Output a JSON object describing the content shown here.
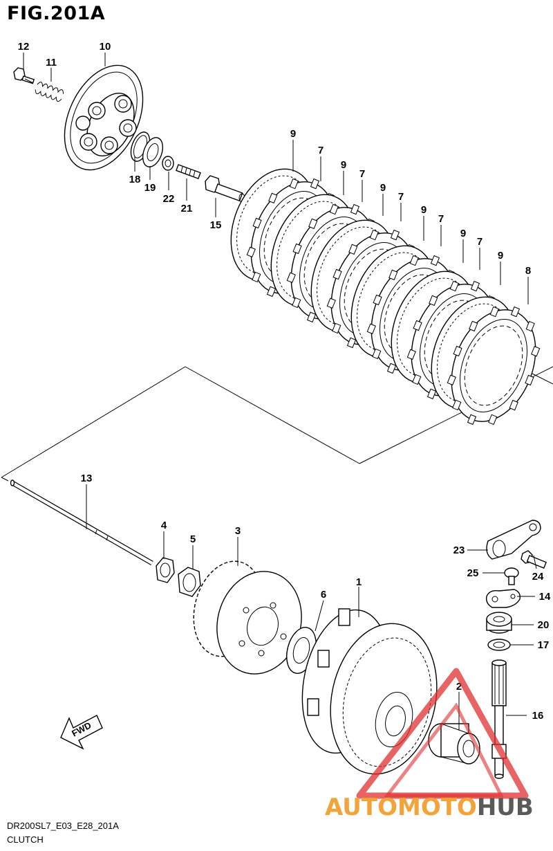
{
  "figure_title": "FIG.201A",
  "caption_code": "DR200SL7_E03_E28_201A",
  "caption_name": "CLUTCH",
  "fwd_label": "FWD",
  "watermark": {
    "auto": "AUTO",
    "moto": "MOTO",
    "hub": "HUB",
    "color_orange": "#f2a43a",
    "color_gray": "#5a5a5a",
    "color_red": "#e03030"
  },
  "callouts": {
    "c1": "1",
    "c2": "2",
    "c3": "3",
    "c4": "4",
    "c5": "5",
    "c6": "6",
    "c7a": "7",
    "c7b": "7",
    "c7c": "7",
    "c7d": "7",
    "c7e": "7",
    "c8": "8",
    "c9a": "9",
    "c9b": "9",
    "c9c": "9",
    "c9d": "9",
    "c9e": "9",
    "c9f": "9",
    "c10": "10",
    "c11": "11",
    "c12": "12",
    "c13": "13",
    "c14": "14",
    "c15": "15",
    "c16": "16",
    "c17": "17",
    "c18": "18",
    "c19": "19",
    "c20": "20",
    "c21": "21",
    "c22": "22",
    "c23": "23",
    "c24": "24",
    "c25": "25"
  }
}
